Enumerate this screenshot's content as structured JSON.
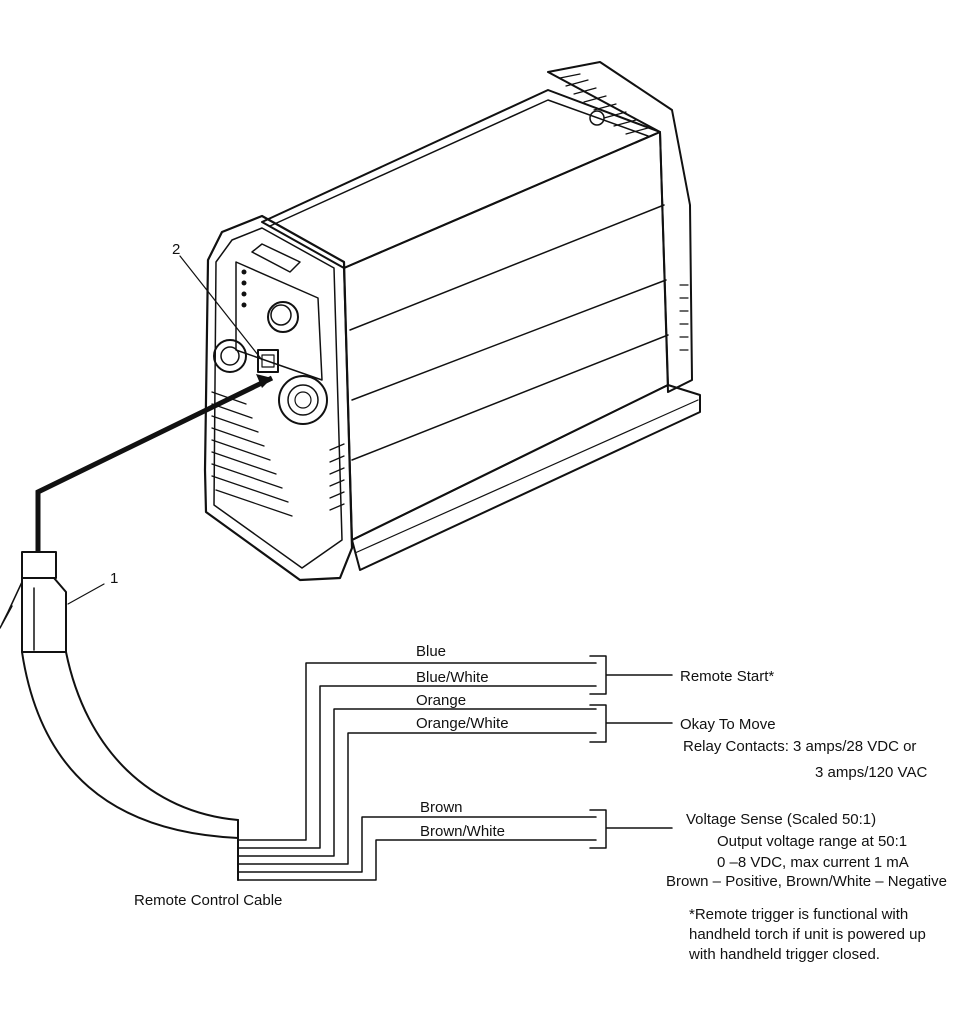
{
  "callouts": {
    "item1": "1",
    "item2": "2"
  },
  "wires": {
    "blue": "Blue",
    "blue_white": "Blue/White",
    "orange": "Orange",
    "orange_white": "Orange/White",
    "brown": "Brown",
    "brown_white": "Brown/White"
  },
  "functions": {
    "remote_start": "Remote Start*",
    "okay_to_move": "Okay To Move",
    "relay_line1": "Relay Contacts:  3 amps/28 VDC or",
    "relay_line2": "3 amps/120 VAC",
    "voltage_sense": "Voltage Sense (Scaled 50:1)",
    "vs_line1": "Output voltage range at 50:1",
    "vs_line2": "0 –8 VDC, max current 1 mA",
    "vs_line3": "Brown – Positive, Brown/White – Negative"
  },
  "cable_label": "Remote Control Cable",
  "footnote": {
    "line1": "*Remote trigger is functional with",
    "line2": "handheld torch if unit is powered up",
    "line3": "with handheld trigger closed."
  }
}
